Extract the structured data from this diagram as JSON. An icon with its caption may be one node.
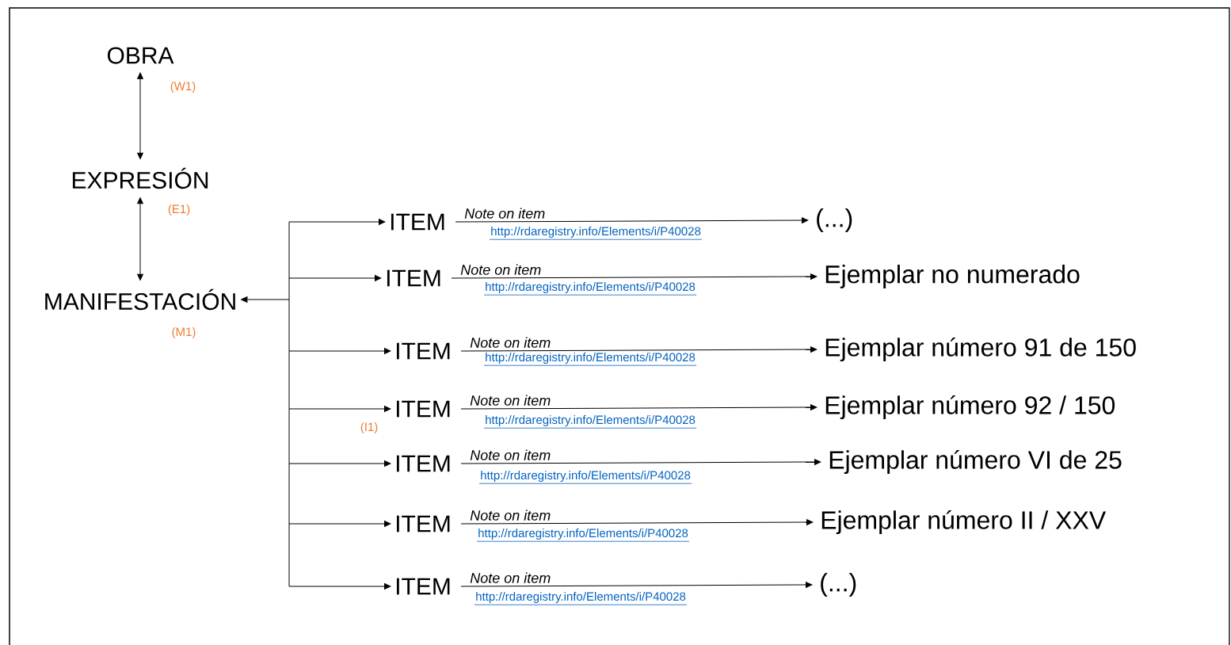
{
  "diagram": {
    "nodes": [
      {
        "text": [
          "OBRA"
        ],
        "beside": [
          "(W1)"
        ]
      },
      {
        "text": [
          "EXPRESIÓN"
        ],
        "beside": [
          "(E1)"
        ]
      },
      {
        "text": [
          "MANIFESTACIÓN"
        ],
        "beside": [
          "(M1)"
        ]
      },
      {
        "text": [
          "ITEM"
        ]
      },
      {
        "text": [
          "ITEM"
        ]
      },
      {
        "text": [
          "ITEM"
        ]
      },
      {
        "text": [
          "ITEM"
        ],
        "beside": [
          "(I1)"
        ]
      },
      {
        "text": [
          "ITEM"
        ]
      },
      {
        "text": [
          "ITEM"
        ]
      },
      {
        "text": [
          "ITEM"
        ]
      },
      {
        "text": [
          "(...)"
        ]
      },
      {
        "text": [
          "Ejemplar no numerado"
        ]
      },
      {
        "text": [
          "Ejemplar número 91 de 150"
        ]
      },
      {
        "text": [
          "Ejemplar número 92 / 150"
        ]
      },
      {
        "text": [
          "Ejemplar número VI de 25"
        ]
      },
      {
        "text": [
          "Ejemplar número II / XXV"
        ]
      },
      {
        "text": [
          "(...)"
        ]
      }
    ],
    "edges": [
      {
        "from": 0,
        "to": 1,
        "arrow": "both"
      },
      {
        "from": 1,
        "to": 2,
        "arrow": "both"
      },
      {
        "from": 2,
        "to": 3,
        "arrow": "both"
      },
      {
        "from": 2,
        "to": 4,
        "arrow": "both"
      },
      {
        "from": 2,
        "to": 5,
        "arrow": "both"
      },
      {
        "from": 2,
        "to": 6,
        "arrow": "both"
      },
      {
        "from": 2,
        "to": 7,
        "arrow": "both"
      },
      {
        "from": 2,
        "to": 8,
        "arrow": "both"
      },
      {
        "from": 2,
        "to": 9,
        "arrow": "both"
      },
      {
        "from": 3,
        "to": 10,
        "arrow": "to",
        "label": "Note on item"
      },
      {
        "from": 4,
        "to": 11,
        "arrow": "to",
        "label": "Note on item"
      },
      {
        "from": 5,
        "to": 12,
        "arrow": "to",
        "label": "Note on item"
      },
      {
        "from": 6,
        "to": 13,
        "arrow": "to",
        "label": "Note on item"
      },
      {
        "from": 7,
        "to": 14,
        "arrow": "to",
        "label": "Note on item"
      },
      {
        "from": 8,
        "to": 15,
        "arrow": "to",
        "label": "Note on item"
      },
      {
        "from": 9,
        "to": 16,
        "arrow": "to",
        "label": "Note on item"
      }
    ],
    "labels": [
      "http://rdaregistry.info/Elements/i/P40028",
      "http://rdaregistry.info/Elements/i/P40028",
      "http://rdaregistry.info/Elements/i/P40028",
      "http://rdaregistry.info/Elements/i/P40028",
      "http://rdaregistry.info/Elements/i/P40028",
      "http://rdaregistry.info/Elements/i/P40028",
      "http://rdaregistry.info/Elements/i/P40028"
    ]
  }
}
